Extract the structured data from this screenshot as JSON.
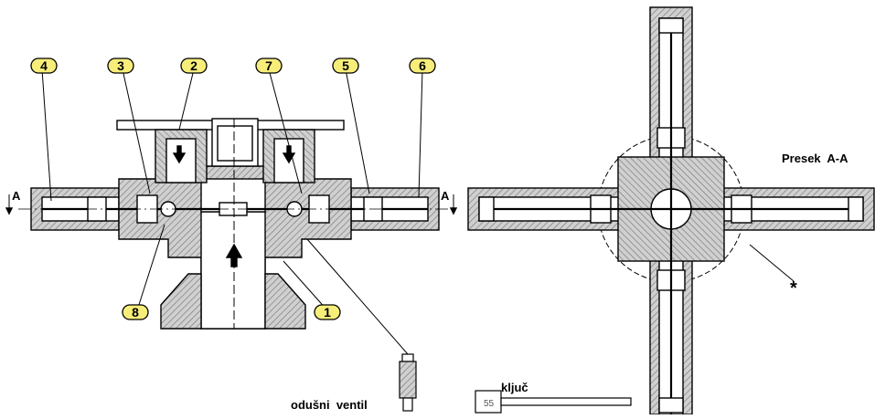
{
  "colors": {
    "callout_fill": "#f7ee7a",
    "hatch": "#9a9a9a",
    "body_fill": "#d6d6d6",
    "line": "#000000"
  },
  "callouts": [
    {
      "id": "callout-4",
      "text": "4"
    },
    {
      "id": "callout-3",
      "text": "3"
    },
    {
      "id": "callout-2",
      "text": "2"
    },
    {
      "id": "callout-7",
      "text": "7"
    },
    {
      "id": "callout-5",
      "text": "5"
    },
    {
      "id": "callout-6",
      "text": "6"
    },
    {
      "id": "callout-8",
      "text": "8"
    },
    {
      "id": "callout-1",
      "text": "1"
    }
  ],
  "section_marks": {
    "left": "A",
    "right": "A"
  },
  "labels": {
    "section_title": "Presek  A-A",
    "asterisk": "*",
    "vent_valve": "odušni  ventil",
    "key": "ključ"
  }
}
